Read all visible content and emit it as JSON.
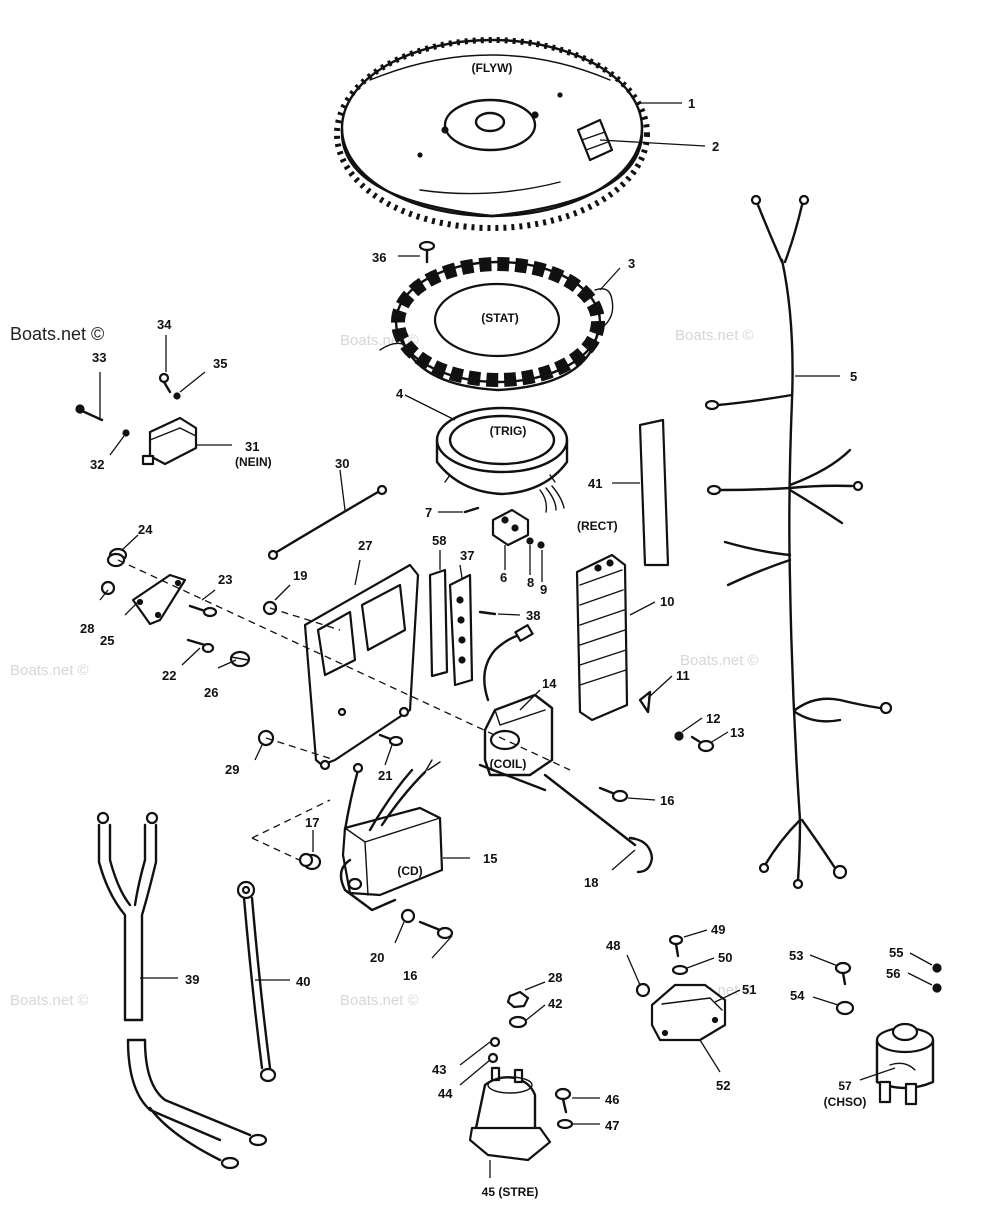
{
  "watermarks": {
    "main": "Boats.net ©",
    "faint": "Boats.net ©"
  },
  "component_labels": {
    "flyw": "(FLYW)",
    "stat": "(STAT)",
    "trig": "(TRIG)",
    "rect": "(RECT)",
    "coil": "(COIL)",
    "cd": "(CD)",
    "nein": "(NEIN)",
    "stre": "45 (STRE)",
    "chso_num": "57",
    "chso": "(CHSO)"
  },
  "callouts": {
    "c1": "1",
    "c2": "2",
    "c3": "3",
    "c4": "4",
    "c5": "5",
    "c6": "6",
    "c7": "7",
    "c8": "8",
    "c9": "9",
    "c10": "10",
    "c11": "11",
    "c12": "12",
    "c13": "13",
    "c14": "14",
    "c15": "15",
    "c16a": "16",
    "c16b": "16",
    "c17": "17",
    "c18": "18",
    "c19": "19",
    "c20": "20",
    "c21": "21",
    "c22": "22",
    "c23": "23",
    "c24": "24",
    "c25": "25",
    "c26": "26",
    "c27": "27",
    "c28a": "28",
    "c28b": "28",
    "c29": "29",
    "c30": "30",
    "c31": "31",
    "c32": "32",
    "c33": "33",
    "c34": "34",
    "c35": "35",
    "c36": "36",
    "c37": "37",
    "c38": "38",
    "c39": "39",
    "c40": "40",
    "c41": "41",
    "c42": "42",
    "c43": "43",
    "c44": "44",
    "c46": "46",
    "c47": "47",
    "c48": "48",
    "c49": "49",
    "c50": "50",
    "c51": "51",
    "c52": "52",
    "c53": "53",
    "c54": "54",
    "c55": "55",
    "c56": "56",
    "c58": "58"
  }
}
